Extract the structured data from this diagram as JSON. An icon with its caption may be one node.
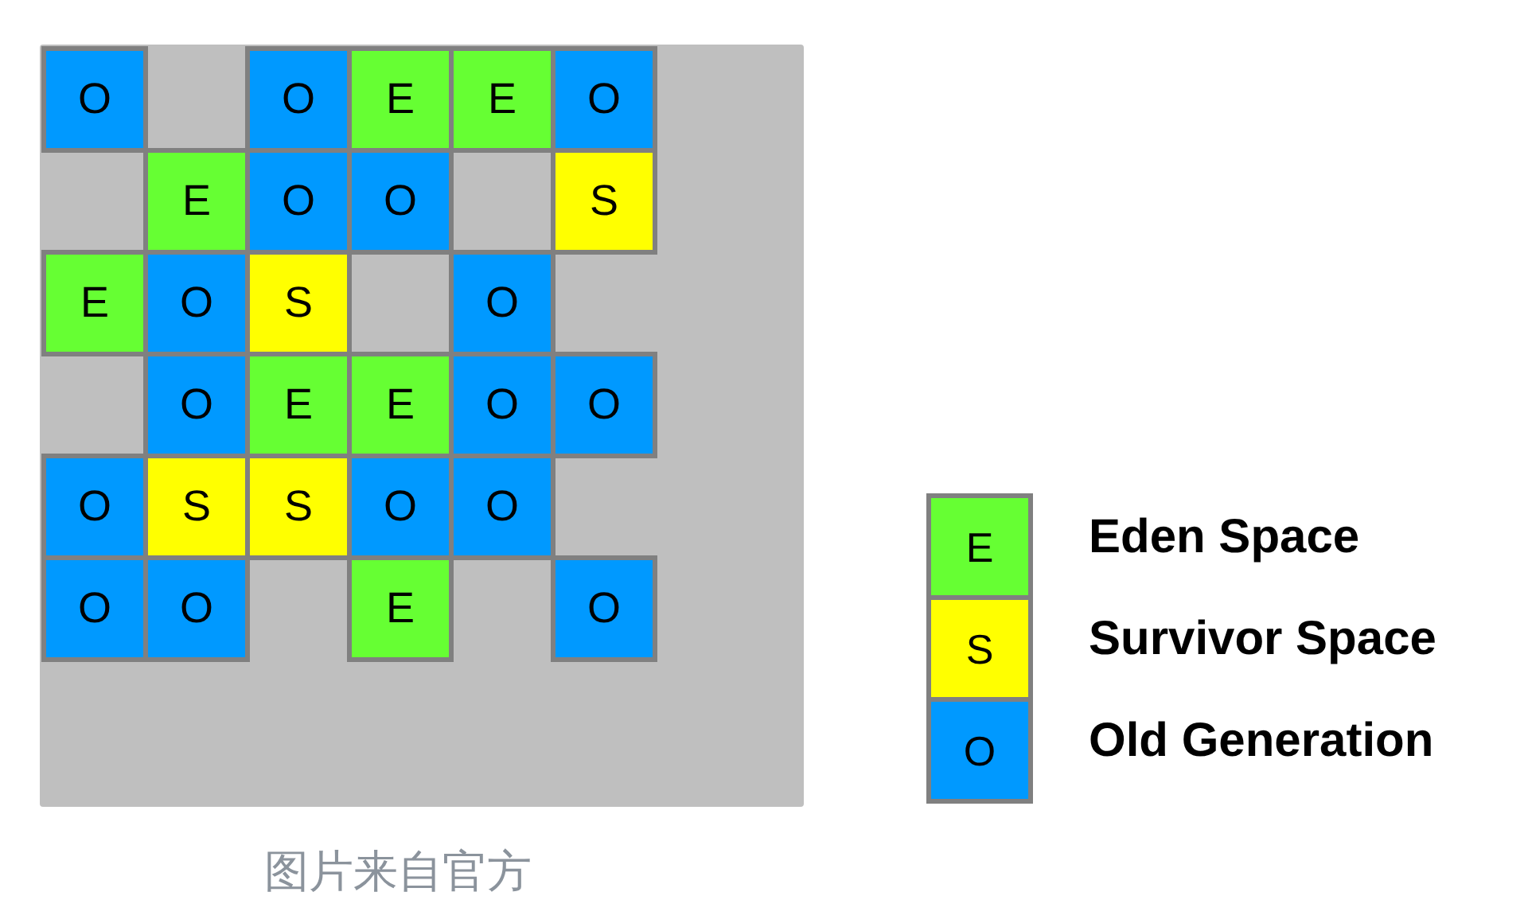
{
  "diagram": {
    "caption": "图片来自官方",
    "nodes": [
      {
        "text": [],
        "shape": "box"
      },
      {
        "text": [
          "O"
        ],
        "in": 0
      },
      {
        "text": [
          "O"
        ],
        "in": 0
      },
      {
        "text": [
          "E"
        ],
        "in": 0
      },
      {
        "text": [
          "E"
        ],
        "in": 0
      },
      {
        "text": [
          "O"
        ],
        "in": 0
      },
      {
        "text": [
          "E"
        ],
        "in": 0
      },
      {
        "text": [
          "O"
        ],
        "in": 0
      },
      {
        "text": [
          "O"
        ],
        "in": 0
      },
      {
        "text": [
          "S"
        ],
        "in": 0
      },
      {
        "text": [
          "E"
        ],
        "in": 0
      },
      {
        "text": [
          "O"
        ],
        "in": 0
      },
      {
        "text": [
          "S"
        ],
        "in": 0
      },
      {
        "text": [
          "O"
        ],
        "in": 0
      },
      {
        "text": [
          "O"
        ],
        "in": 0
      },
      {
        "text": [
          "E"
        ],
        "in": 0
      },
      {
        "text": [
          "E"
        ],
        "in": 0
      },
      {
        "text": [
          "O"
        ],
        "in": 0
      },
      {
        "text": [
          "O"
        ],
        "in": 0
      },
      {
        "text": [
          "O"
        ],
        "in": 0
      },
      {
        "text": [
          "S"
        ],
        "in": 0
      },
      {
        "text": [
          "S"
        ],
        "in": 0
      },
      {
        "text": [
          "O"
        ],
        "in": 0
      },
      {
        "text": [
          "O"
        ],
        "in": 0
      },
      {
        "text": [
          "O"
        ],
        "in": 0
      },
      {
        "text": [
          "O"
        ],
        "in": 0
      },
      {
        "text": [
          "E"
        ],
        "in": 0
      },
      {
        "text": [
          "O"
        ],
        "in": 0
      }
    ],
    "labels": [
      "E",
      "S",
      "O"
    ],
    "legend": [
      {
        "text": "Eden Space",
        "color": "#66ff33"
      },
      {
        "text": "Survivor Space",
        "color": "#ffff00"
      },
      {
        "text": "Old Generation",
        "color": "#0099ff"
      }
    ]
  }
}
